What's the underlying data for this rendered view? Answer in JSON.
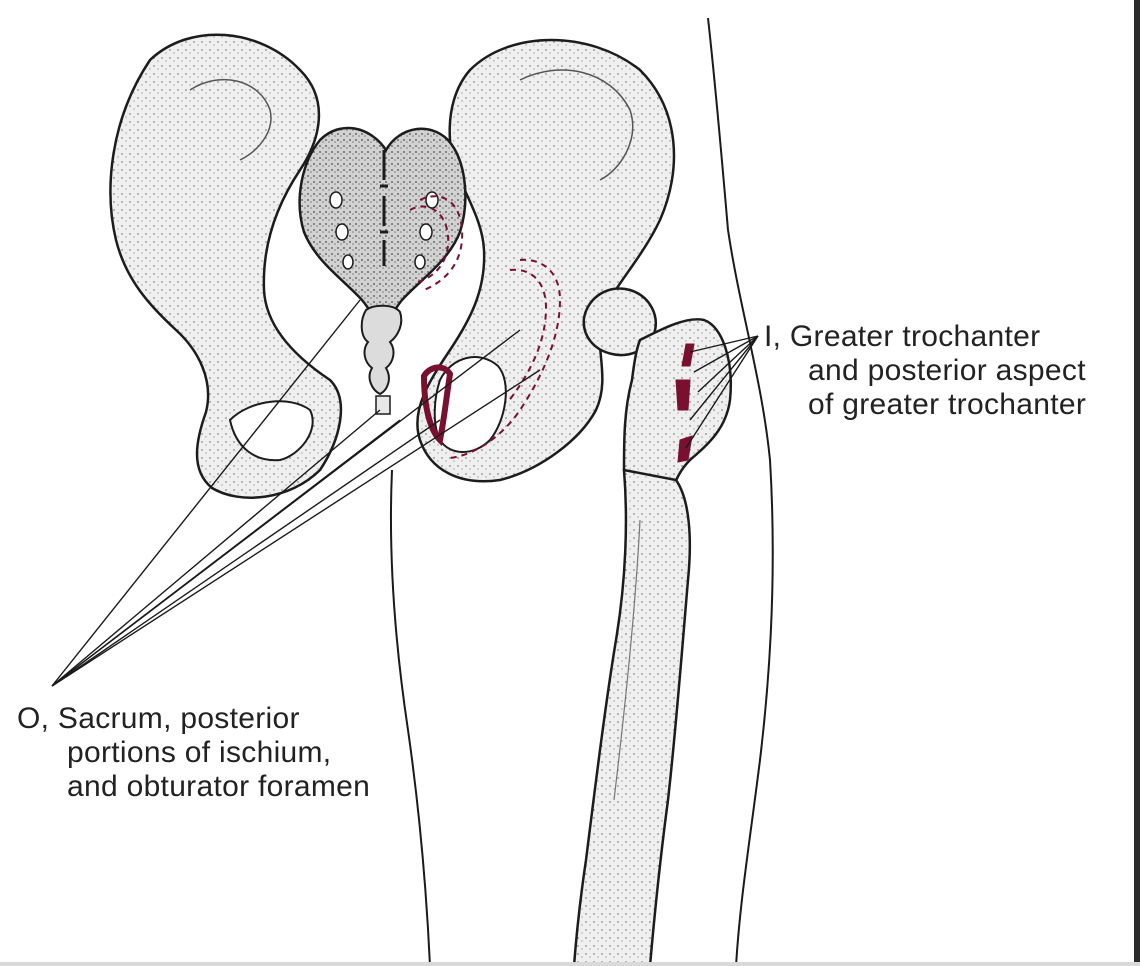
{
  "labels": {
    "insertion": {
      "lines": [
        "I, Greater trochanter",
        "and posterior aspect",
        "of greater trochanter"
      ]
    },
    "origin": {
      "lines": [
        "O, Sacrum, posterior",
        "portions of ischium,",
        "and obturator foramen"
      ]
    }
  },
  "colors": {
    "bone_fill": "#e6e6e6",
    "bone_outline": "#1c1c1c",
    "muscle_marking": "#7a1030",
    "leader_line": "#1a1a1a",
    "body_outline": "#1a1a1a"
  }
}
